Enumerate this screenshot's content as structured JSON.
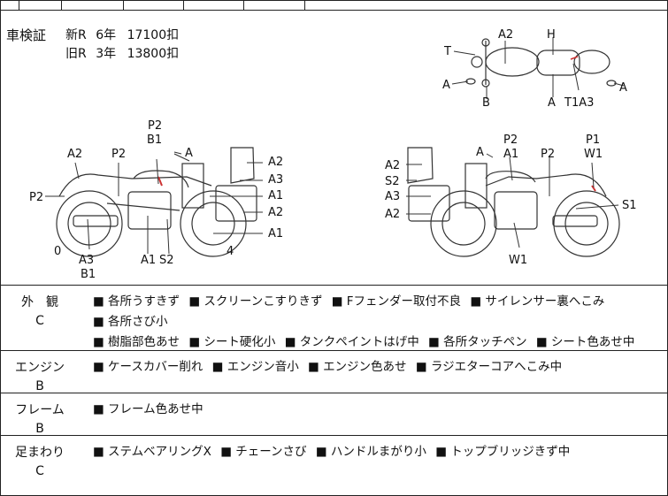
{
  "inspection": {
    "label": "車検証",
    "new_r": {
      "label": "新R",
      "years": "6年",
      "price": "17100扣"
    },
    "old_r": {
      "label": "旧R",
      "years": "3年",
      "price": "13800扣"
    }
  },
  "diagram": {
    "top_view": [
      "T",
      "A2",
      "H",
      "A",
      "B",
      "A",
      "T1A3",
      "A"
    ],
    "left_view": [
      "P2",
      "B1",
      "A",
      "A2",
      "P2",
      "P2",
      "A2",
      "A3",
      "A1",
      "A2",
      "A1",
      "0",
      "A3",
      "B1",
      "A1",
      "S2",
      "4"
    ],
    "right_view": [
      "A",
      "P2",
      "A1",
      "P2",
      "P1",
      "W1",
      "A2",
      "S2",
      "A3",
      "A2",
      "S1",
      "W1"
    ]
  },
  "sections": [
    {
      "name": "外　観",
      "grade": "C",
      "items": [
        "各所うすきず",
        "スクリーンこすりきず",
        "Fフェンダー取付不良",
        "サイレンサー裏へこみ",
        "各所さび小",
        "樹脂部色あせ",
        "シート硬化小",
        "タンクペイントはげ中",
        "各所タッチペン",
        "シート色あせ中"
      ]
    },
    {
      "name": "エンジン",
      "grade": "B",
      "items": [
        "ケースカバー削れ",
        "エンジン音小",
        "エンジン色あせ",
        "ラジエターコアへこみ中"
      ]
    },
    {
      "name": "フレーム",
      "grade": "B",
      "items": [
        "フレーム色あせ中"
      ]
    },
    {
      "name": "足まわり",
      "grade": "C",
      "items": [
        "ステムベアリングX",
        "チェーンさび",
        "ハンドルまがり小",
        "トップブリッジきず中"
      ]
    }
  ]
}
